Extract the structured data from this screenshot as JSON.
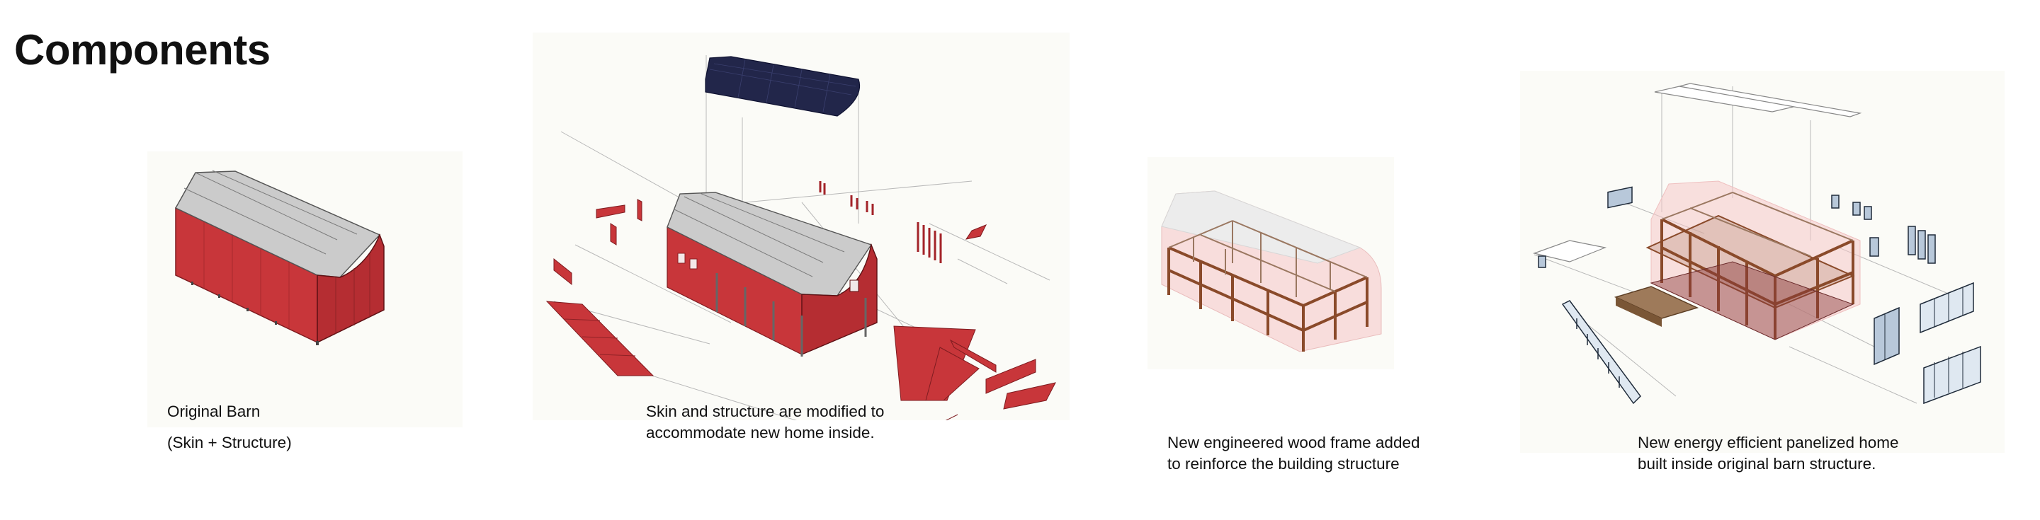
{
  "page": {
    "title": "Components"
  },
  "panels": [
    {
      "caption_lines": [
        "Original Barn"
      ],
      "sub_caption": "(Skin + Structure)"
    },
    {
      "caption_lines": [
        "Skin and structure are modified to",
        "accommodate new home inside."
      ]
    },
    {
      "caption_lines": [
        "New engineered wood frame  added",
        "to reinforce the building structure"
      ]
    },
    {
      "caption_lines": [
        "New energy efficient panelized home",
        "built inside original barn structure."
      ]
    }
  ],
  "colors": {
    "barn_red": "#c8363a",
    "barn_red_dark": "#9e2227",
    "roof_gray": "#c9c9c9",
    "solar_navy": "#22264a",
    "timber": "#8a4a2a",
    "background": "#fbfbf7"
  }
}
